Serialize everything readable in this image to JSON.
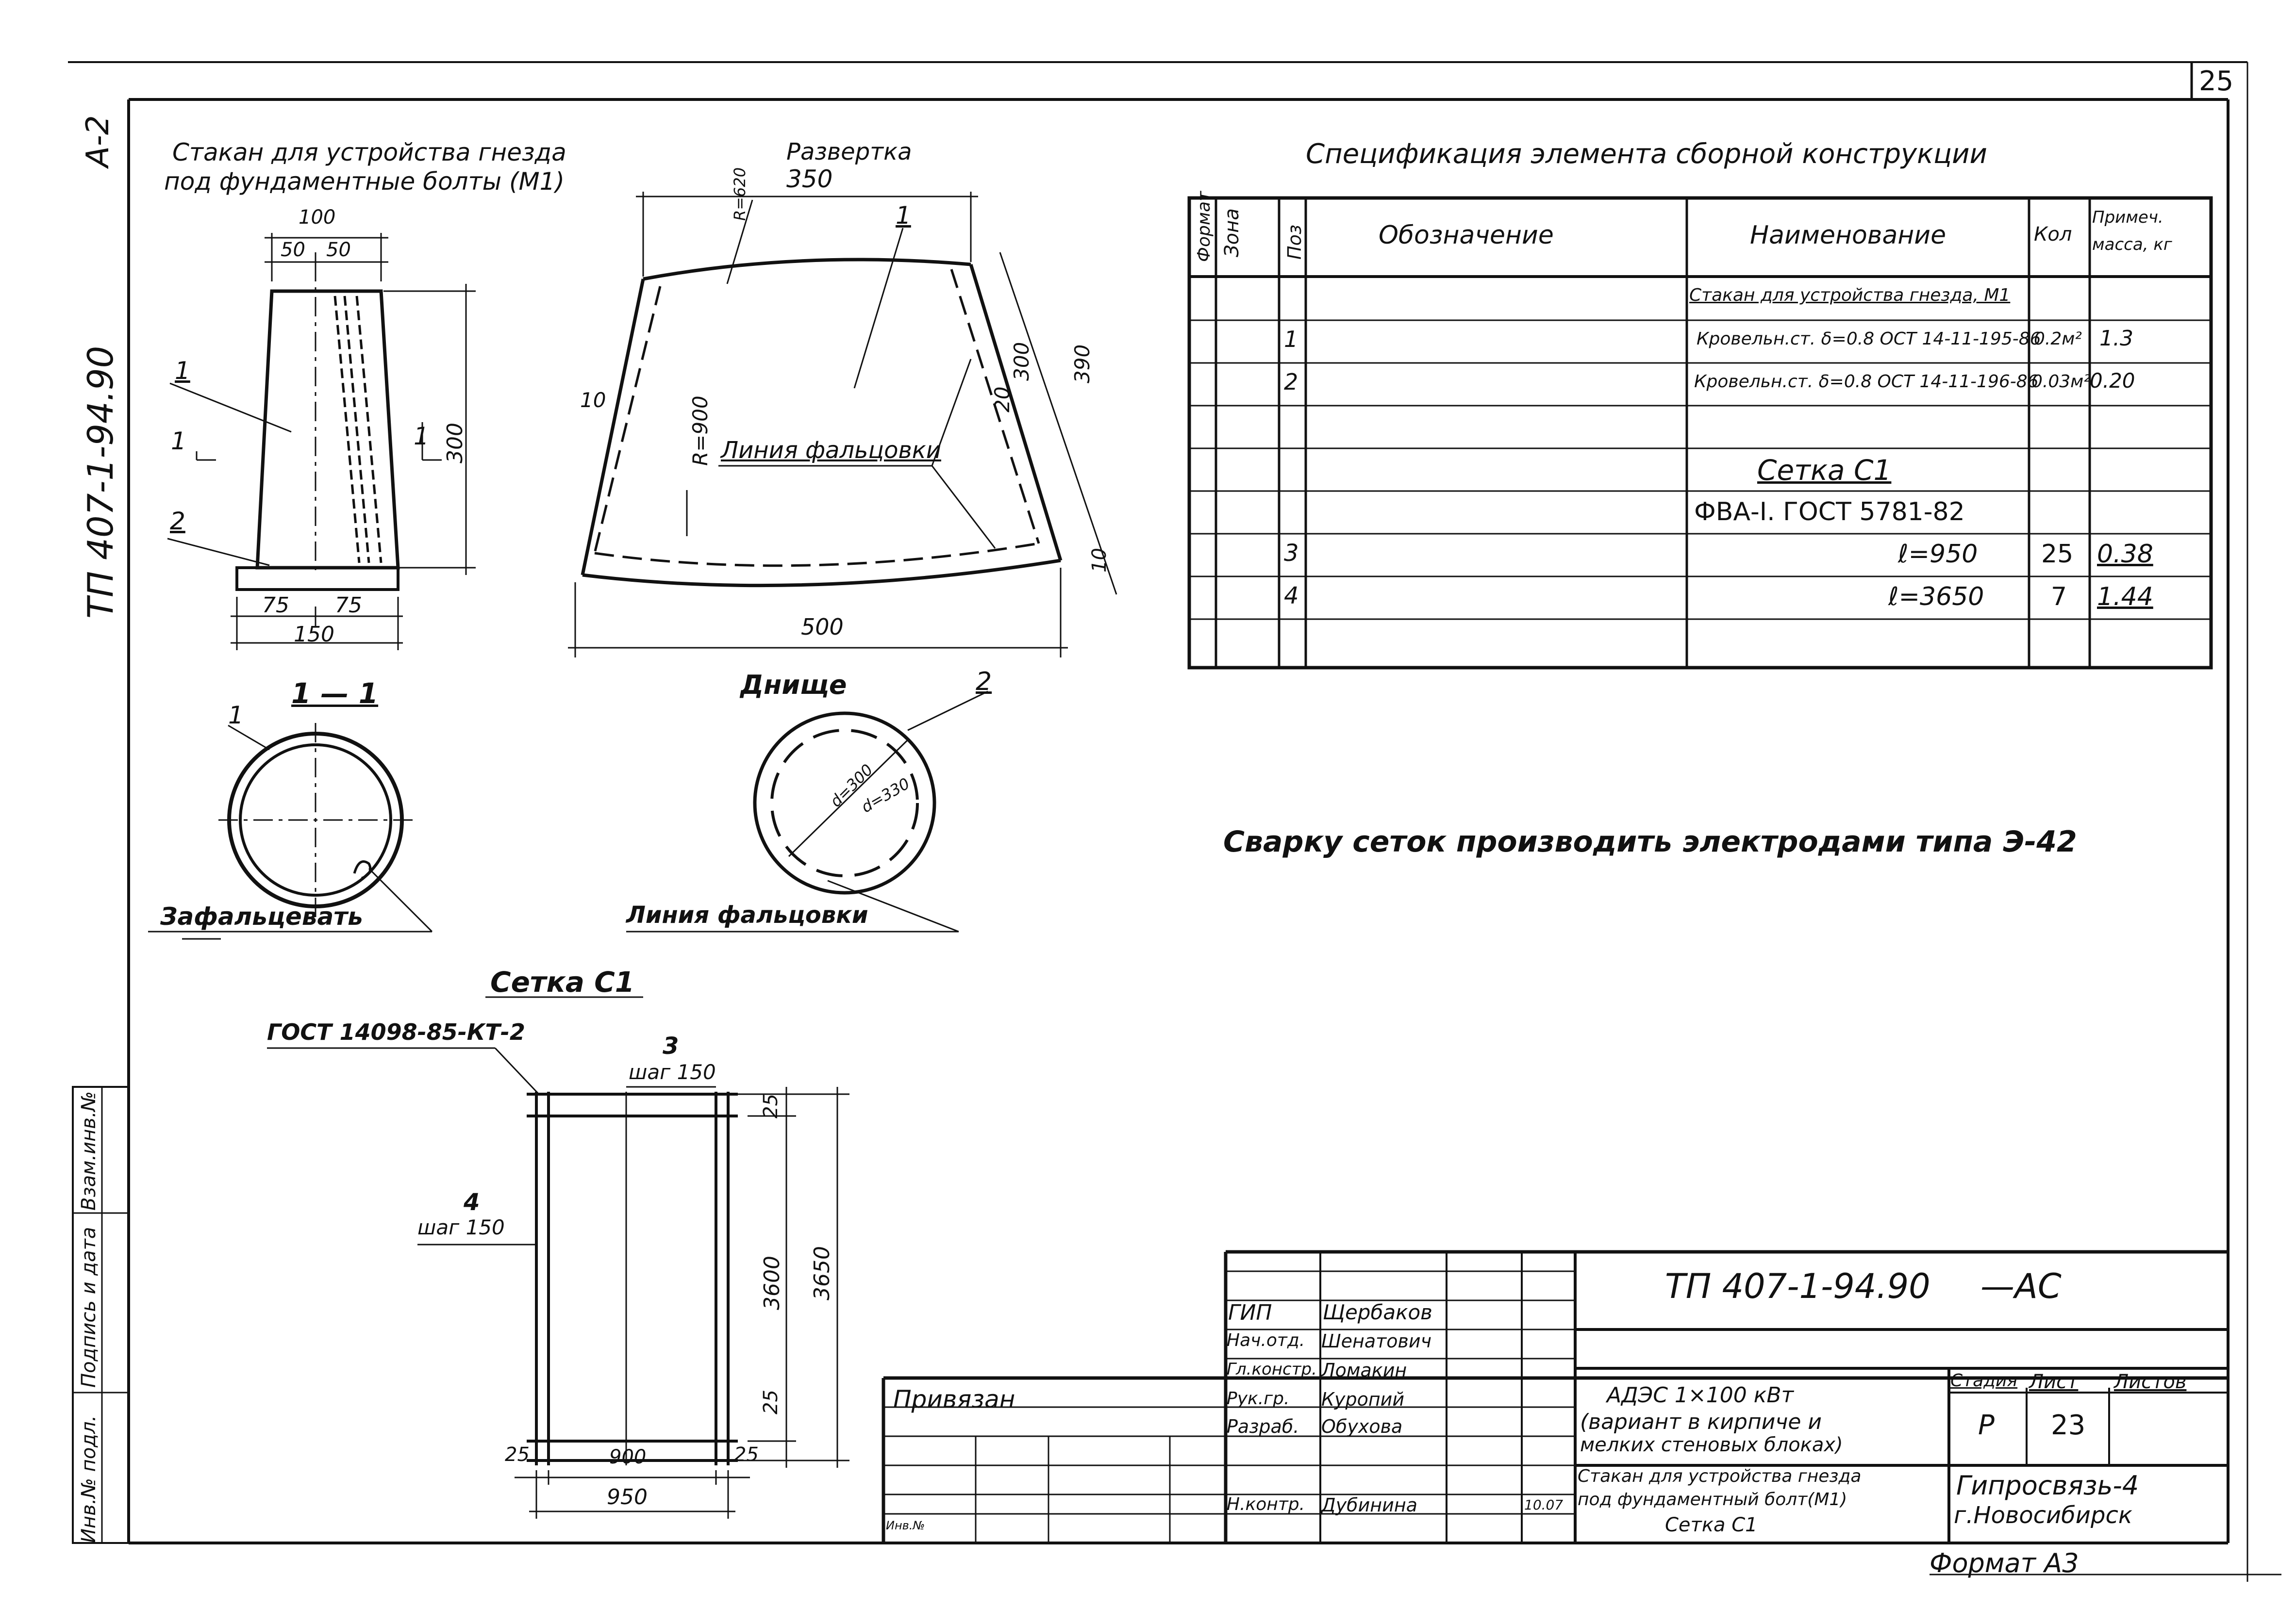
{
  "page": {
    "sheet_corner_number": "25",
    "side_code": "А-2",
    "side_doc": "ТП 407-1-94.90",
    "format_label": "Формат А3"
  },
  "sketch_a": {
    "title_line1": "Стакан для устройства гнезда",
    "title_line2": "под фундаментные болты (М1)",
    "dims": [
      "100",
      "50",
      "50",
      "300",
      "75",
      "75",
      "150"
    ],
    "pos1": "1",
    "pos2": "2",
    "section_mark": "1",
    "section_mark_r": "1"
  },
  "sketch_b": {
    "title": "Развертка",
    "dims": [
      "350",
      "R=620",
      "R=900",
      "10",
      "20",
      "300",
      "390",
      "10",
      "500"
    ],
    "pos1": "1",
    "fold_line": "Линия фальцовки"
  },
  "section_1": {
    "title": "1 — 1",
    "pos1": "1",
    "note": "Зафальцевать"
  },
  "bottom_part": {
    "title": "Днище",
    "pos2": "2",
    "dims": [
      "d=300",
      "d=330"
    ],
    "fold_line": "Линия фальцовки"
  },
  "mesh_c1": {
    "title": "Сетка  С1",
    "gost": "ГОСТ 14098-85-КТ-2",
    "pos3": "3",
    "step3": "шаг 150",
    "pos4": "4",
    "step4": "шаг 150",
    "dims_v": [
      "25",
      "3600",
      "25",
      "3650"
    ],
    "dims_h": [
      "25",
      "900",
      "25",
      "950"
    ]
  },
  "spec": {
    "title": "Спецификация элемента сборной конструкции",
    "headers": [
      "Формат",
      "Зона",
      "Поз",
      "Обозначение",
      "Наименование",
      "Кол",
      "Примеч. масса, кг"
    ],
    "rows": [
      {
        "pos": "",
        "name": "Стакан для устройства гнезда, М1",
        "qty": "",
        "note": ""
      },
      {
        "pos": "1",
        "name": "Кровельн.ст. δ=0.8 ОСТ 14-11-195-86",
        "qty": "0.2м²",
        "note": "1.3"
      },
      {
        "pos": "2",
        "name": "Кровельн.ст. δ=0.8 ОСТ 14-11-196-86",
        "qty": "0.03м²",
        "note": "0.20"
      },
      {
        "pos": "",
        "name": "",
        "qty": "",
        "note": ""
      },
      {
        "pos": "",
        "name": "Сетка  С1",
        "qty": "",
        "note": ""
      },
      {
        "pos": "",
        "name": "ФВА-I. ГОСТ 5781-82",
        "qty": "",
        "note": ""
      },
      {
        "pos": "3",
        "name": "ℓ=950",
        "qty": "25",
        "note": "0.38"
      },
      {
        "pos": "4",
        "name": "ℓ=3650",
        "qty": "7",
        "note": "1.44"
      },
      {
        "pos": "",
        "name": "",
        "qty": "",
        "note": ""
      }
    ]
  },
  "note": "Сварку сеток производить электродами типа Э-42",
  "stamp": {
    "doc": "ТП 407-1-94.90",
    "suffix": "—АС",
    "roles": [
      "ГИП",
      "Нач.отд.",
      "Гл.констр.",
      "Рук.гр.",
      "Разраб.",
      "",
      "Н.контр."
    ],
    "names": [
      "Щербаков",
      "Шенатович",
      "Ломакин",
      "Куропий",
      "Обухова",
      "",
      "Дубинина"
    ],
    "date": "10.07",
    "project_line1": "АДЭС  1×100 кВт",
    "project_line2": "(вариант в кирпиче и",
    "project_line3": "мелких стеновых блоках)",
    "sheet_line1": "Стакан для устройства гнезда",
    "sheet_line2": "под фундаментный болт(М1)",
    "sheet_line3": "Сетка С1",
    "stage_h": "Стадия",
    "sheet_h": "Лист",
    "sheets_h": "Листов",
    "stage": "Р",
    "sheet": "23",
    "sheets": "",
    "org_line1": "Гипросвязь-4",
    "org_line2": "г.Новосибирск",
    "attached": "Привязан",
    "inv_label": "Инв.№"
  },
  "left_strip": [
    "Инв.№ подл.",
    "Подпись и дата",
    "Взам.инв.№"
  ]
}
